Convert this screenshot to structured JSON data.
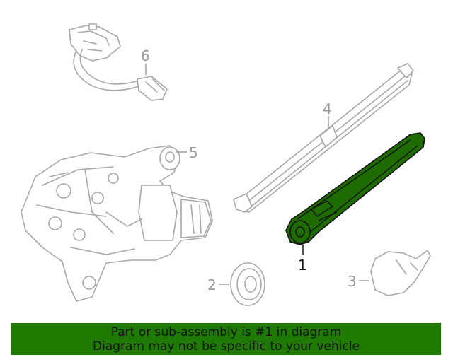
{
  "callouts": {
    "c1": "1",
    "c2": "2",
    "c3": "3",
    "c4": "4",
    "c5": "5",
    "c6": "6"
  },
  "banner": {
    "line1": "Part or sub-assembly is #1 in diagram",
    "line2": "Diagram may not be specific to your vehicle"
  },
  "colors": {
    "highlight": "#1e6b00",
    "banner_bg": "#1e7a00",
    "part_stroke": "#a8a8a8",
    "callout_gray": "#9a9a9a"
  }
}
